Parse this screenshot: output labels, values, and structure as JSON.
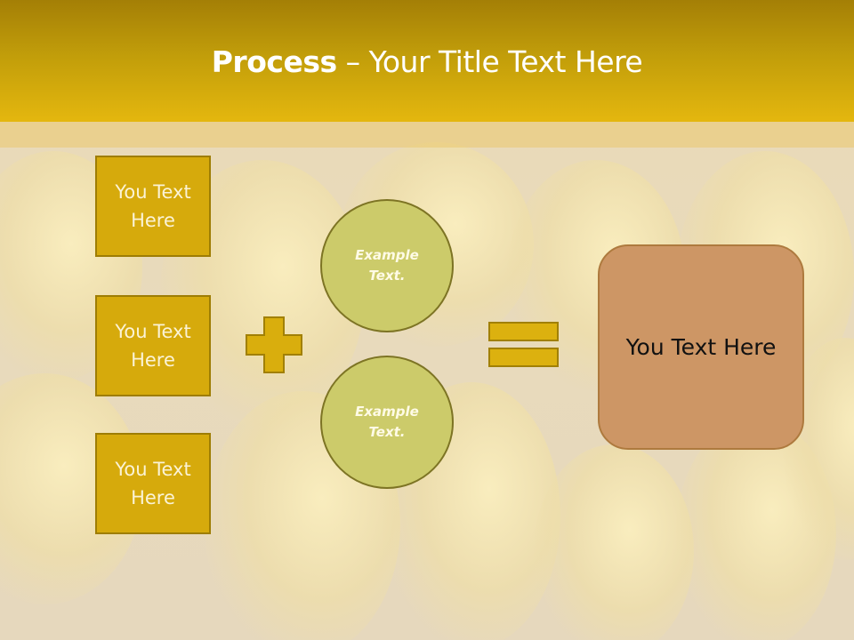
{
  "slide": {
    "title_bold": "Process",
    "title_rest": " – Your Title Text Here"
  },
  "left_boxes": [
    {
      "line1": "You Text",
      "line2": "Here"
    },
    {
      "line1": "You Text",
      "line2": "Here"
    },
    {
      "line1": "You Text",
      "line2": "Here"
    }
  ],
  "circles": [
    {
      "line1": "Example",
      "line2": "Text."
    },
    {
      "line1": "Example",
      "line2": "Text."
    }
  ],
  "operators": {
    "plus_icon": "plus-icon",
    "equals_icon": "equals-icon"
  },
  "result": {
    "label": "You Text Here"
  },
  "colors": {
    "header_top": "#a47f06",
    "header_bottom": "#e4b70e",
    "box_fill": "#d6aa0c",
    "box_border": "#9e7d04",
    "circle_fill": "#cccb6a",
    "circle_border": "#7d7424",
    "result_fill": "#cd9665",
    "result_border": "#ae7a3e"
  }
}
